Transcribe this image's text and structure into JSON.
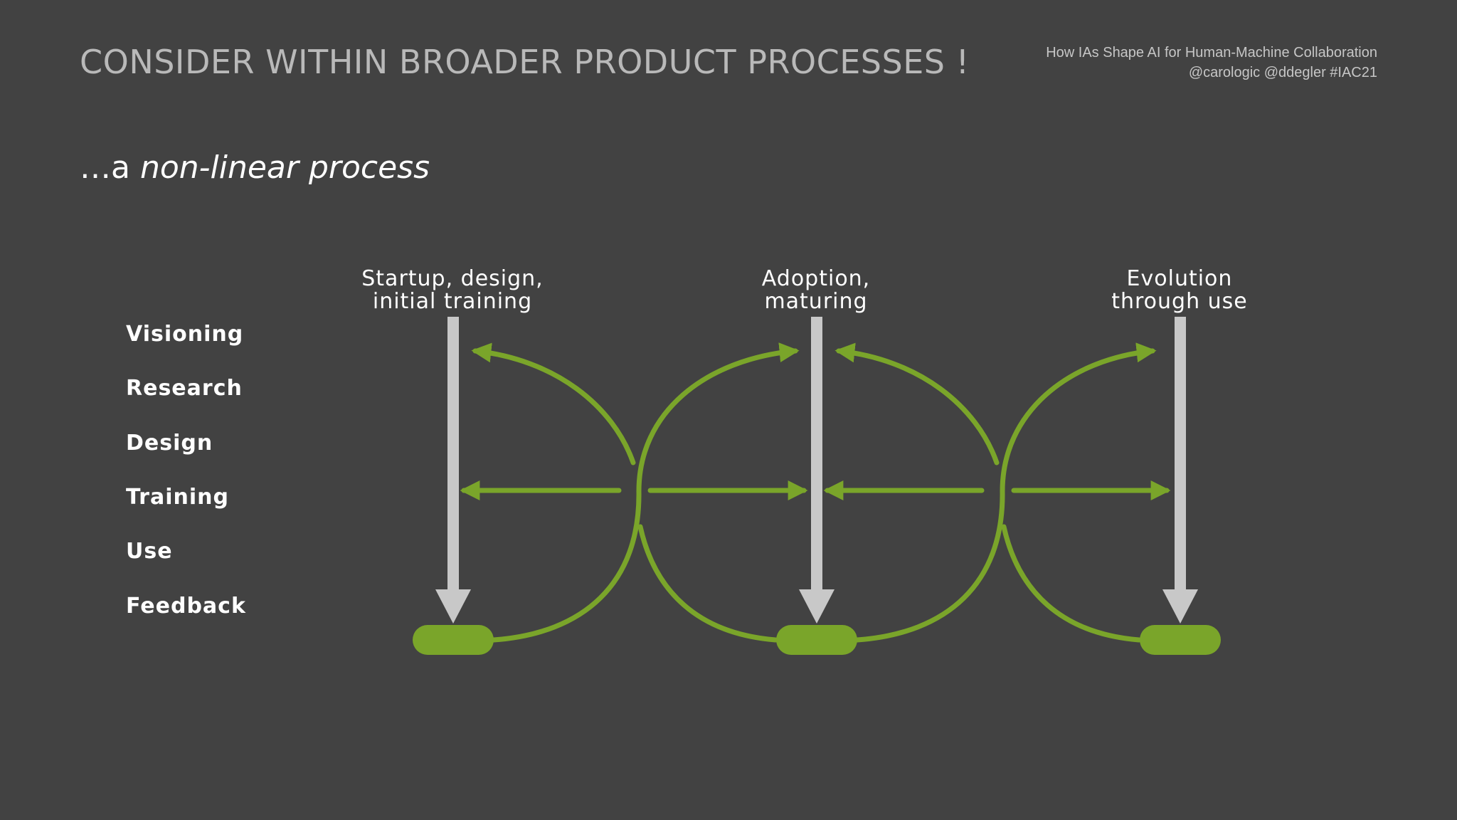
{
  "header": {
    "title": "CONSIDER WITHIN BROADER PRODUCT PROCESSES !",
    "credit_line1": "How IAs Shape AI for Human-Machine Collaboration",
    "credit_line2": "@carologic  @ddegler  #IAC21"
  },
  "subtitle": {
    "prefix": "…a ",
    "emphasis": "non-linear process"
  },
  "stages": [
    "Visioning",
    "Research",
    "Design",
    "Training",
    "Use",
    "Feedback"
  ],
  "phases": [
    {
      "line1": "Startup, design,",
      "line2": "initial training"
    },
    {
      "line1": "Adoption,",
      "line2": "maturing"
    },
    {
      "line1": "Evolution",
      "line2": "through use"
    }
  ],
  "colors": {
    "background": "#424242",
    "accent_green": "#7aa52a",
    "arrow_gray": "#c8c8c8",
    "title_gray": "#b9b9b9"
  }
}
